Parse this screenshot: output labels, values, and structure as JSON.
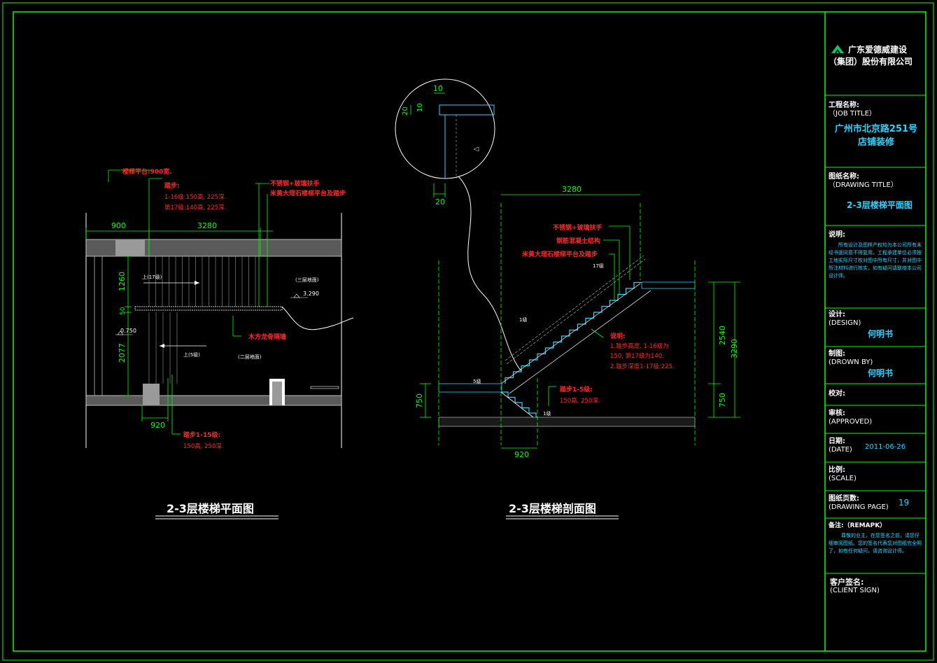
{
  "company": {
    "line1": "广东爱德威建设",
    "line2": "（集团）股份有限公司"
  },
  "job_title": {
    "label_cn": "工程名称:",
    "label_en": "（JOB TITLE）",
    "value_line1": "广州市北京路251号",
    "value_line2": "店铺装修"
  },
  "drawing_title": {
    "label_cn": "图纸名称:",
    "label_en": "（DRAWING TITLE）",
    "value": "2-3层楼梯平面图"
  },
  "notes": {
    "label": "说明:",
    "text": "所有设计及图样产权均为本公司所有未经书面同意不得复用。工程承建单位必须按工地实际尺寸校对图中所有尺寸，并对图中所注材料进行核实，如有疑问请联络本公司设计师。"
  },
  "design": {
    "label_cn": "设计:",
    "label_en": "(DESIGN)",
    "value": "何明书"
  },
  "drawn_by": {
    "label_cn": "制图:",
    "label_en": "(DROWN BY)",
    "value": "何明书"
  },
  "checked": {
    "label_cn": "校对:"
  },
  "approved": {
    "label_cn": "审核:",
    "label_en": "(APPROVED)"
  },
  "date": {
    "label_cn": "日期:",
    "label_en": "(DATE)",
    "value": "2011-06-26"
  },
  "scale": {
    "label_cn": "比例:",
    "label_en": "(SCALE)"
  },
  "drawing_page": {
    "label_cn": "图纸页数:",
    "label_en": "(DRAWING PAGE)",
    "value": "19"
  },
  "remark": {
    "label": "备注:（REMAPK）",
    "text": "尊敬的业主，在您签名之前，请您仔细审阅图纸。您的签名代表您对图纸完全明了，如有任何疑问，请咨询设计师。"
  },
  "client_sign": {
    "label_cn": "客户签名:",
    "label_en": "(CLIENT SIGN)"
  },
  "plan": {
    "title": "2-3层楼梯平面图",
    "dim_900": "900",
    "dim_3280": "3280",
    "dim_1260": "1260",
    "dim_50": "50",
    "dim_2077": "2077",
    "dim_920": "920",
    "ann_platform": "楼梯平台:900宽.",
    "ann_step_head": "踏步:",
    "ann_step_1": "1-16级:150高, 225深.",
    "ann_step_2": "第17级:140高, 225深.",
    "ann_rail": "不锈钢+玻璃扶手",
    "ann_marble": "米黄大理石楼梯平台及踏步",
    "ann_wood": "木方龙骨隔墙",
    "ann_lower_head": "踏步1-15级:",
    "ann_lower_val": "150高, 250深.",
    "lbl_up17": "上(17级)",
    "lbl_up5": "上(5级)",
    "lbl_floor3": "(三层地面)",
    "lbl_floor2": "(二层地面)",
    "lbl_3290": "3.290",
    "lbl_0750": "0.750"
  },
  "section": {
    "title": "2-3层楼梯剖面图",
    "det_10a": "10",
    "det_20a": "20",
    "det_10b": "10",
    "det_20b": "20",
    "dim_3280": "3280",
    "dim_2540": "2540",
    "dim_3290": "3290",
    "dim_750a": "750",
    "dim_750b": "750",
    "dim_920": "920",
    "ann_rail": "不锈钢+玻璃扶手",
    "ann_concrete": "钢筋混凝土结构",
    "ann_marble": "米黄大理石楼梯平台及踏步",
    "ann_note_head": "说明:",
    "ann_note_1": "1.踏步高度, 1-16级为",
    "ann_note_2": "150, 第17级为140.",
    "ann_note_3": "2.踏步深度1-17级:225.",
    "ann_lower_head": "踏步1-5级:",
    "ann_lower_val": "150高, 250深.",
    "lbl_17": "17级",
    "lbl_1a": "1级",
    "lbl_5": "5级",
    "lbl_1b": "1级"
  },
  "colors": {
    "frame": "#00ff00",
    "dim": "#00ff00",
    "red": "#ff2a2a",
    "cyan": "#2fd3ff",
    "white": "#ffffff"
  }
}
